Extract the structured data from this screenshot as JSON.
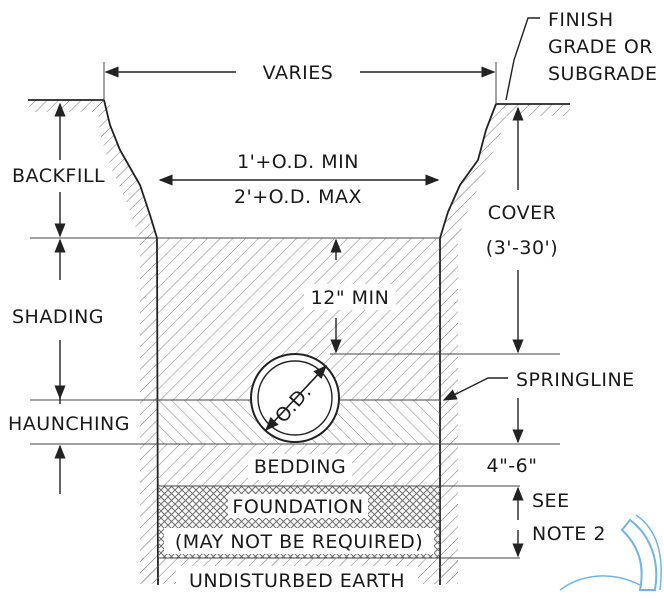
{
  "labels": {
    "varies": "VARIES",
    "finish_grade_1": "FINISH",
    "finish_grade_2": "GRADE OR",
    "finish_grade_3": "SUBGRADE",
    "backfill": "BACKFILL",
    "width_min": "1'+O.D. MIN",
    "width_max": "2'+O.D. MAX",
    "cover_1": "COVER",
    "cover_2": "(3'-30')",
    "shading": "SHADING",
    "twelve_min": "12\" MIN",
    "springline": "SPRINGLINE",
    "od": "O.D.",
    "haunching": "HAUNCHING",
    "bedding": "BEDDING",
    "bedding_depth": "4\"-6\"",
    "foundation": "FOUNDATION",
    "may_not_be_required": "(MAY NOT BE REQUIRED)",
    "see_note_1": "SEE",
    "see_note_2": "NOTE 2",
    "undisturbed_earth": "UNDISTURBED EARTH"
  },
  "colors": {
    "line": "#222222",
    "hatch": "#8a8a8a",
    "cross_hatch": "#6f6f6f",
    "watermark": "#5aa8e0"
  }
}
